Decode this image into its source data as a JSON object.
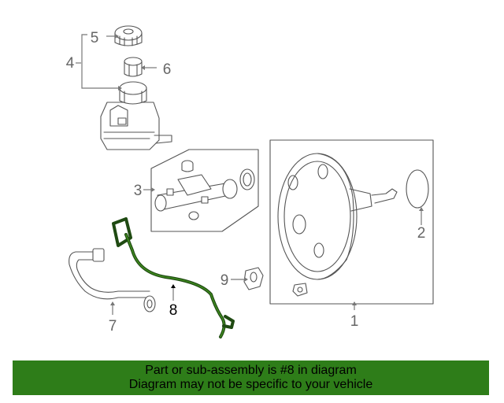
{
  "callouts": {
    "c1": "1",
    "c2": "2",
    "c3": "3",
    "c4": "4",
    "c5": "5",
    "c6": "6",
    "c7": "7",
    "c8": "8",
    "c9": "9"
  },
  "highlighted_callout": "8",
  "colors": {
    "highlight": "#3f8a1e",
    "banner": "#2e7d19",
    "line": "#555555"
  },
  "banner": {
    "line1": "Part or sub-assembly is #8 in diagram",
    "line2": "Diagram may not be specific to your vehicle"
  }
}
